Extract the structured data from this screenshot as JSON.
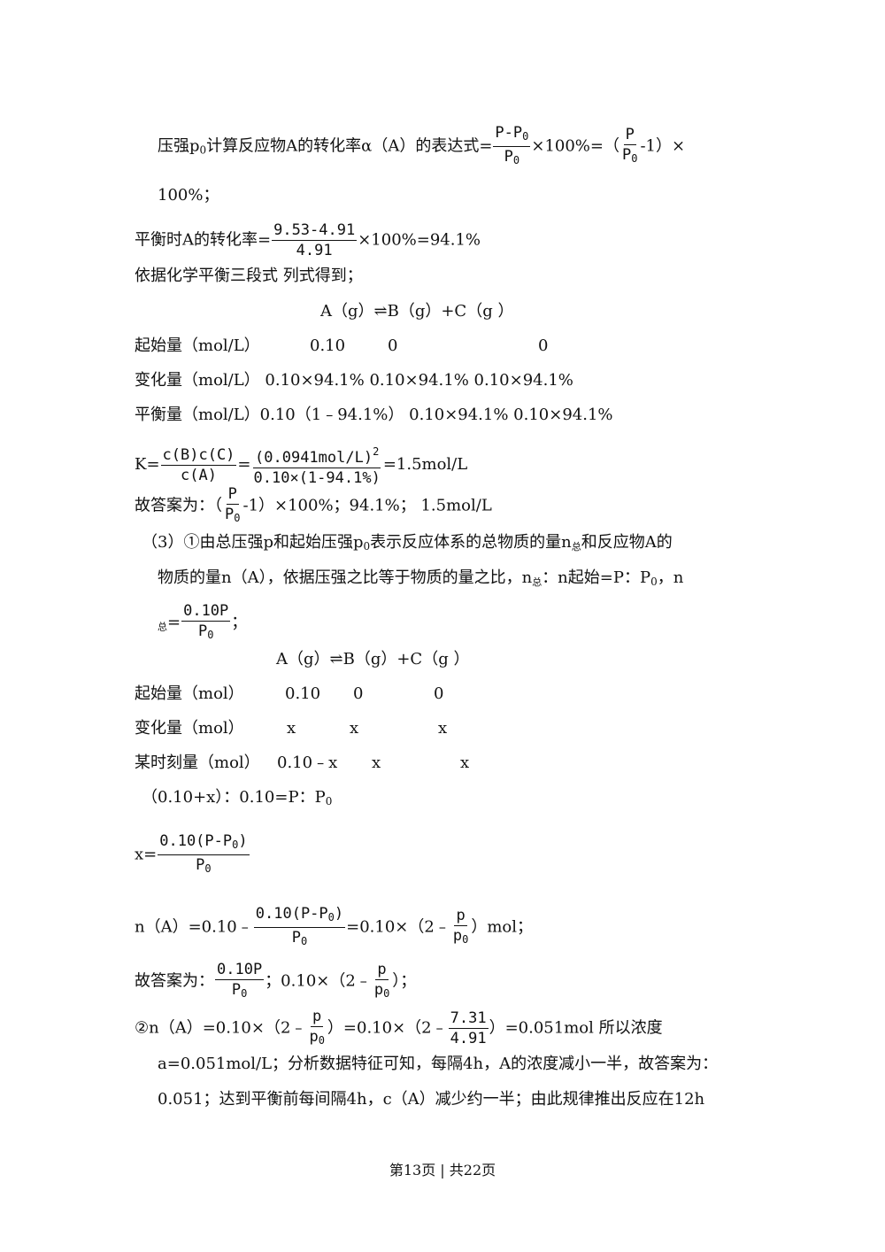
{
  "lines": {
    "l1a": "压强p",
    "l1b": "计算反应物A的转化率α（A）的表达式=",
    "frac1_num": "P-P",
    "frac1_den": "P",
    "l1c": "×100%=（",
    "frac2_num": "P",
    "frac2_den": "P",
    "l1d": "-1）×",
    "l2": "100%；",
    "l3a": "平衡时A的转化率=",
    "frac3_num": "9.53-4.91",
    "frac3_den": "4.91",
    "l3b": "×100%=94.1%",
    "l4": "依据化学平衡三段式  列式得到；",
    "l5": "A（g）⇌B（g）+C（g  ）",
    "l6a": "起始量（mol/L）",
    "l6b": "0.10",
    "l6c": "0",
    "l6d": "0",
    "l7": "变化量（mol/L）  0.10×94.1%     0.10×94.1%    0.10×94.1%",
    "l8": "平衡量（mol/L）0.10（1﹣94.1%）      0.10×94.1%       0.10×94.1%",
    "l9a": "K=",
    "frac4_num": "c(B)c(C)",
    "frac4_den": "c(A)",
    "l9b": "=",
    "frac5_num": "(0.0941mol/L)",
    "frac5_sup": "2",
    "frac5_den": "0.10×(1-94.1%)",
    "l9c": "=1.5mol/L",
    "l10a": "故答案为：（",
    "frac6_num": "P",
    "frac6_den": "P",
    "l10b": "-1）×100%；94.1%；     1.5mol/L",
    "l11a": "（3）①由总压强p和起始压强p",
    "l11b": "表示反应体系的总物质的量n",
    "l11c": "总",
    "l11d": "和反应物A的",
    "l12a": "物质的量n（A），依据压强之比等于物质的量之比，n",
    "l12b": "总",
    "l12c": "：n起始=P：P",
    "l12d": "，n",
    "l13a": "总",
    "l13b": "=",
    "frac7_num": "0.10P",
    "frac7_den": "P",
    "l13c": "；",
    "l14": "A（g）⇌B（g）+C（g  ）",
    "l15a": "起始量（mol）",
    "l15b": "0.10",
    "l15c": "0",
    "l15d": "0",
    "l16a": "变化量（mol）",
    "l16b": "x",
    "l16c": "x",
    "l16d": "x",
    "l17a": "某时刻量（mol）",
    "l17b": "0.10﹣x",
    "l17c": "x",
    "l17d": "x",
    "l18a": "（0.10+x）：0.10=P：P",
    "l19a": "x=",
    "frac8_num": "0.10(P-P",
    "frac8_num_end": ")",
    "frac8_den": "P",
    "l20a": "n（A）=0.10﹣",
    "frac9_num": "0.10(P-P",
    "frac9_num_end": ")",
    "frac9_den": "P",
    "l20b": "=0.10×（2﹣",
    "frac10_num": "p",
    "frac10_den": "p",
    "l20c": "）mol；",
    "l21a": "故答案为：",
    "frac11_num": "0.10P",
    "frac11_den": "P",
    "l21b": "；0.10×（2﹣",
    "frac12_num": "p",
    "frac12_den": "p",
    "l21c": "）；",
    "l22a": "②n（A）=0.10×（2﹣",
    "frac13_num": "p",
    "frac13_den": "p",
    "l22b": "）=0.10×（2﹣",
    "frac14_num": "7.31",
    "frac14_den": "4.91",
    "l22c": "）=0.051mol 所以浓度",
    "l23": "a=0.051mol/L；分析数据特征可知，每隔4h，A的浓度减小一半，故答案为：",
    "l24": "0.051；达到平衡前每间隔4h，c（A）减少约一半；由此规律推出反应在12h",
    "sub0": "0"
  },
  "footer": "第13页 | 共22页"
}
